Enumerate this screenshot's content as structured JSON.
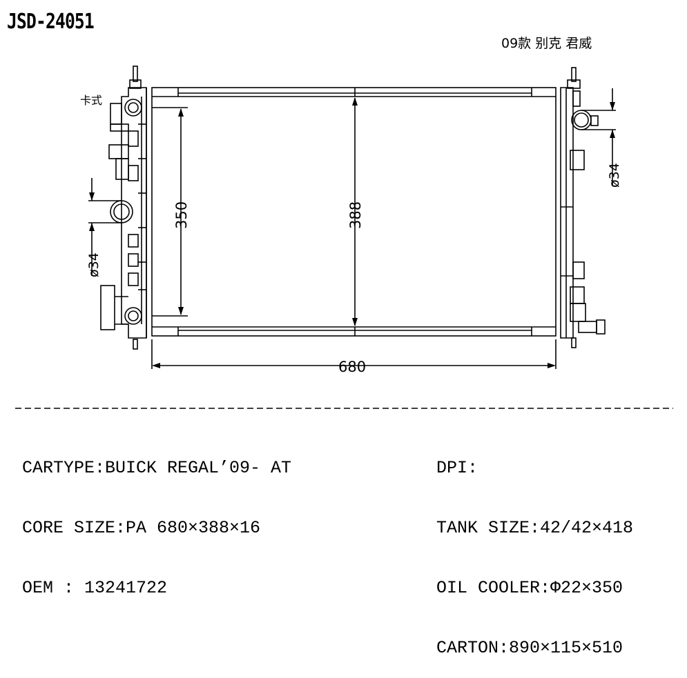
{
  "header": {
    "part_number": "JSD-24051",
    "model_note": "09款 别克 君威"
  },
  "drawing": {
    "clip_label": "卡式",
    "dim_width": "680",
    "dim_core_height": "388",
    "dim_inner_height": "350",
    "dim_pipe_left": "ø34",
    "dim_pipe_right": "ø34"
  },
  "specs": {
    "cartype": "CARTYPE:BUICK REGAL’09- AT",
    "core_size": "CORE SIZE:PA 680×388×16",
    "oem": "OEM : 13241722",
    "dpi": "DPI:",
    "tank_size": "TANK SIZE:42/42×418",
    "oil_cooler": "OIL COOLER:Φ22×350",
    "carton": "CARTON:890×115×510"
  }
}
